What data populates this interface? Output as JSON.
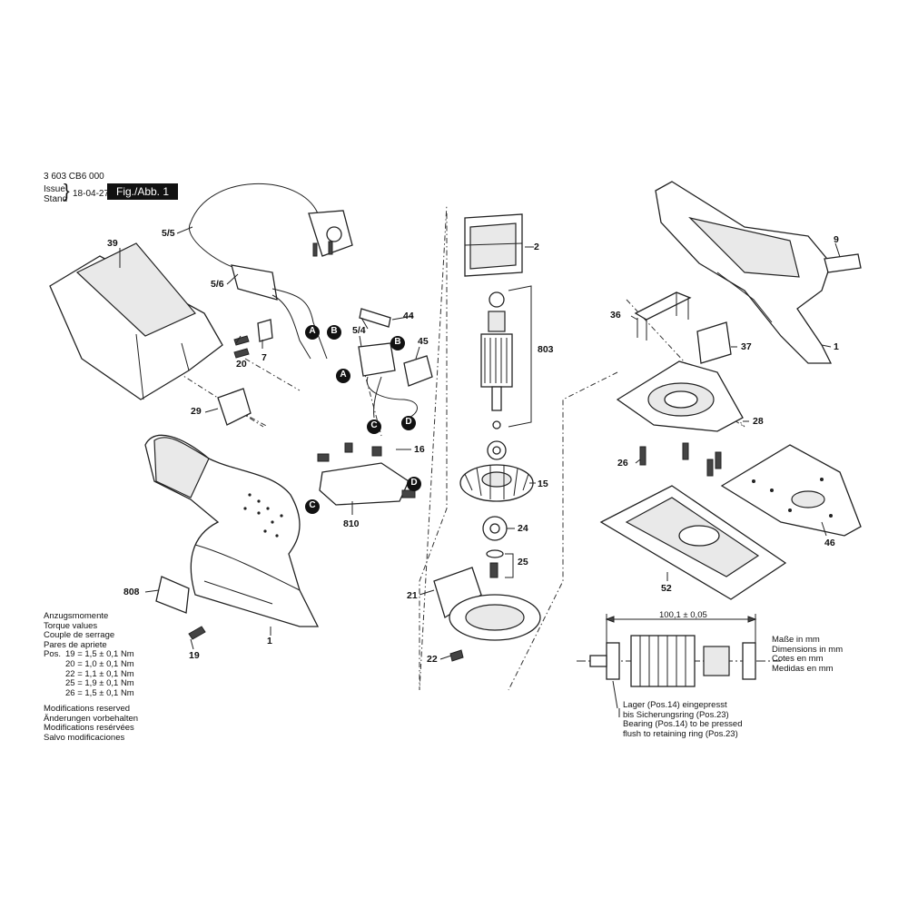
{
  "header": {
    "doc_number": "3 603 CB6 000",
    "issue_label_1": "Issue",
    "issue_label_2": "Stand",
    "issue_date": "18-04-27",
    "figure_label": "Fig./Abb. 1"
  },
  "parts": {
    "p1_housing": "1",
    "p1_body": "1",
    "p2": "2",
    "p5_5": "5/5",
    "p5_6": "5/6",
    "p5_4": "5/4",
    "p7": "7",
    "p9": "9",
    "p15": "15",
    "p16": "16",
    "p19": "19",
    "p20": "20",
    "p21": "21",
    "p22": "22",
    "p24": "24",
    "p25": "25",
    "p26": "26",
    "p28": "28",
    "p29": "29",
    "p36": "36",
    "p37": "37",
    "p39": "39",
    "p44": "44",
    "p45": "45",
    "p46": "46",
    "p52": "52",
    "p803": "803",
    "p808": "808",
    "p810": "810"
  },
  "connectors": {
    "a1": "A",
    "b1": "B",
    "b2": "B",
    "a2": "A",
    "c1": "C",
    "d1": "D",
    "c2": "C",
    "d2": "D"
  },
  "torque": {
    "title_de": "Anzugsmomente",
    "title_en": "Torque values",
    "title_fr": "Couple de serrage",
    "title_es": "Pares de apriete",
    "pos_label": "Pos.",
    "rows": [
      "19 = 1,5 ± 0,1 Nm",
      "20 = 1,0 ± 0,1 Nm",
      "22 = 1,1 ± 0,1 Nm",
      "25 = 1,9 ± 0,1 Nm",
      "26 = 1,5 ± 0,1 Nm"
    ]
  },
  "modifications": [
    "Modifications reserved",
    "Änderungen vorbehalten",
    "Modifications resérvées",
    "Salvo modificaciones"
  ],
  "dimension": {
    "value": "100,1 ± 0,05",
    "units": [
      "Maße in mm",
      "Dimensions in mm",
      "Cotes en mm",
      "Medidas en mm"
    ],
    "bearing_note": [
      "Lager (Pos.14) eingepresst",
      "bis Sicherungsring (Pos.23)",
      "Bearing (Pos.14) to be pressed",
      "flush to retaining ring (Pos.23)"
    ]
  }
}
